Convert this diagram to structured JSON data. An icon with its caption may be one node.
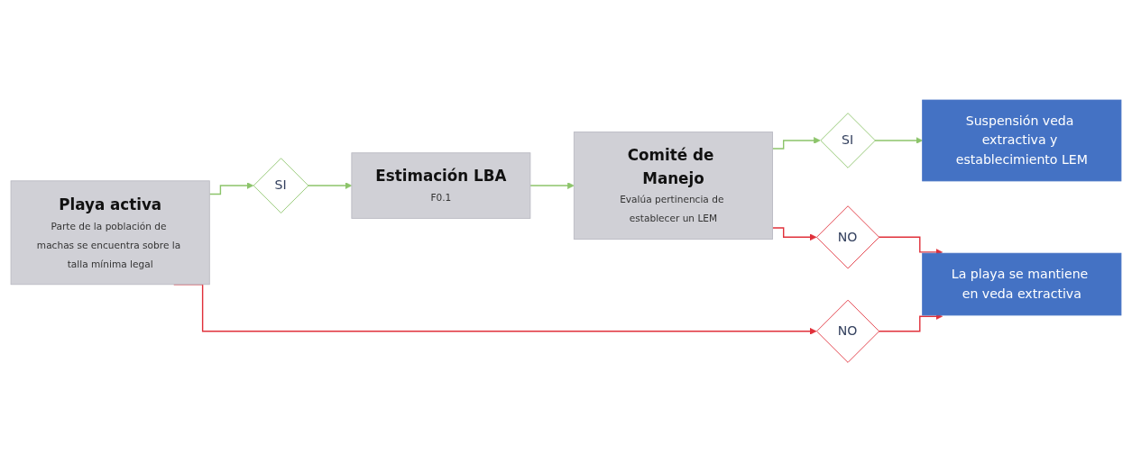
{
  "diagram": {
    "nodes": [
      {
        "text": [
          "Playa activa",
          "Parte de la población de machas se encuentra sobre la talla mínima legal"
        ]
      },
      {
        "text": [
          "SI"
        ]
      },
      {
        "text": [
          "Estimación LBA",
          "F0.1"
        ]
      },
      {
        "text": [
          "Comité de Manejo",
          "Evalúa pertinencia de establecer un LEM"
        ]
      },
      {
        "text": [
          "SI"
        ]
      },
      {
        "text": [
          "Suspensión veda extractiva y establecimiento LEM"
        ]
      },
      {
        "text": [
          "NO"
        ]
      },
      {
        "text": [
          "NO"
        ]
      },
      {
        "text": [
          "La playa se mantiene en veda extractiva"
        ]
      }
    ],
    "edges": [
      {
        "from": 0,
        "to": 1,
        "arrow": "to"
      },
      {
        "from": 1,
        "to": 2,
        "arrow": "to"
      },
      {
        "from": 2,
        "to": 3,
        "arrow": "to"
      },
      {
        "from": 3,
        "to": 4,
        "arrow": "to"
      },
      {
        "from": 4,
        "to": 5,
        "arrow": "to"
      },
      {
        "from": 3,
        "to": 6,
        "arrow": "to",
        "color": "#e0303a"
      },
      {
        "from": 6,
        "to": 8,
        "arrow": "to",
        "color": "#e0303a"
      },
      {
        "from": 0,
        "to": 7,
        "arrow": "to",
        "color": "#e0303a"
      },
      {
        "from": 7,
        "to": 8,
        "arrow": "to",
        "color": "#e0303a"
      }
    ]
  }
}
